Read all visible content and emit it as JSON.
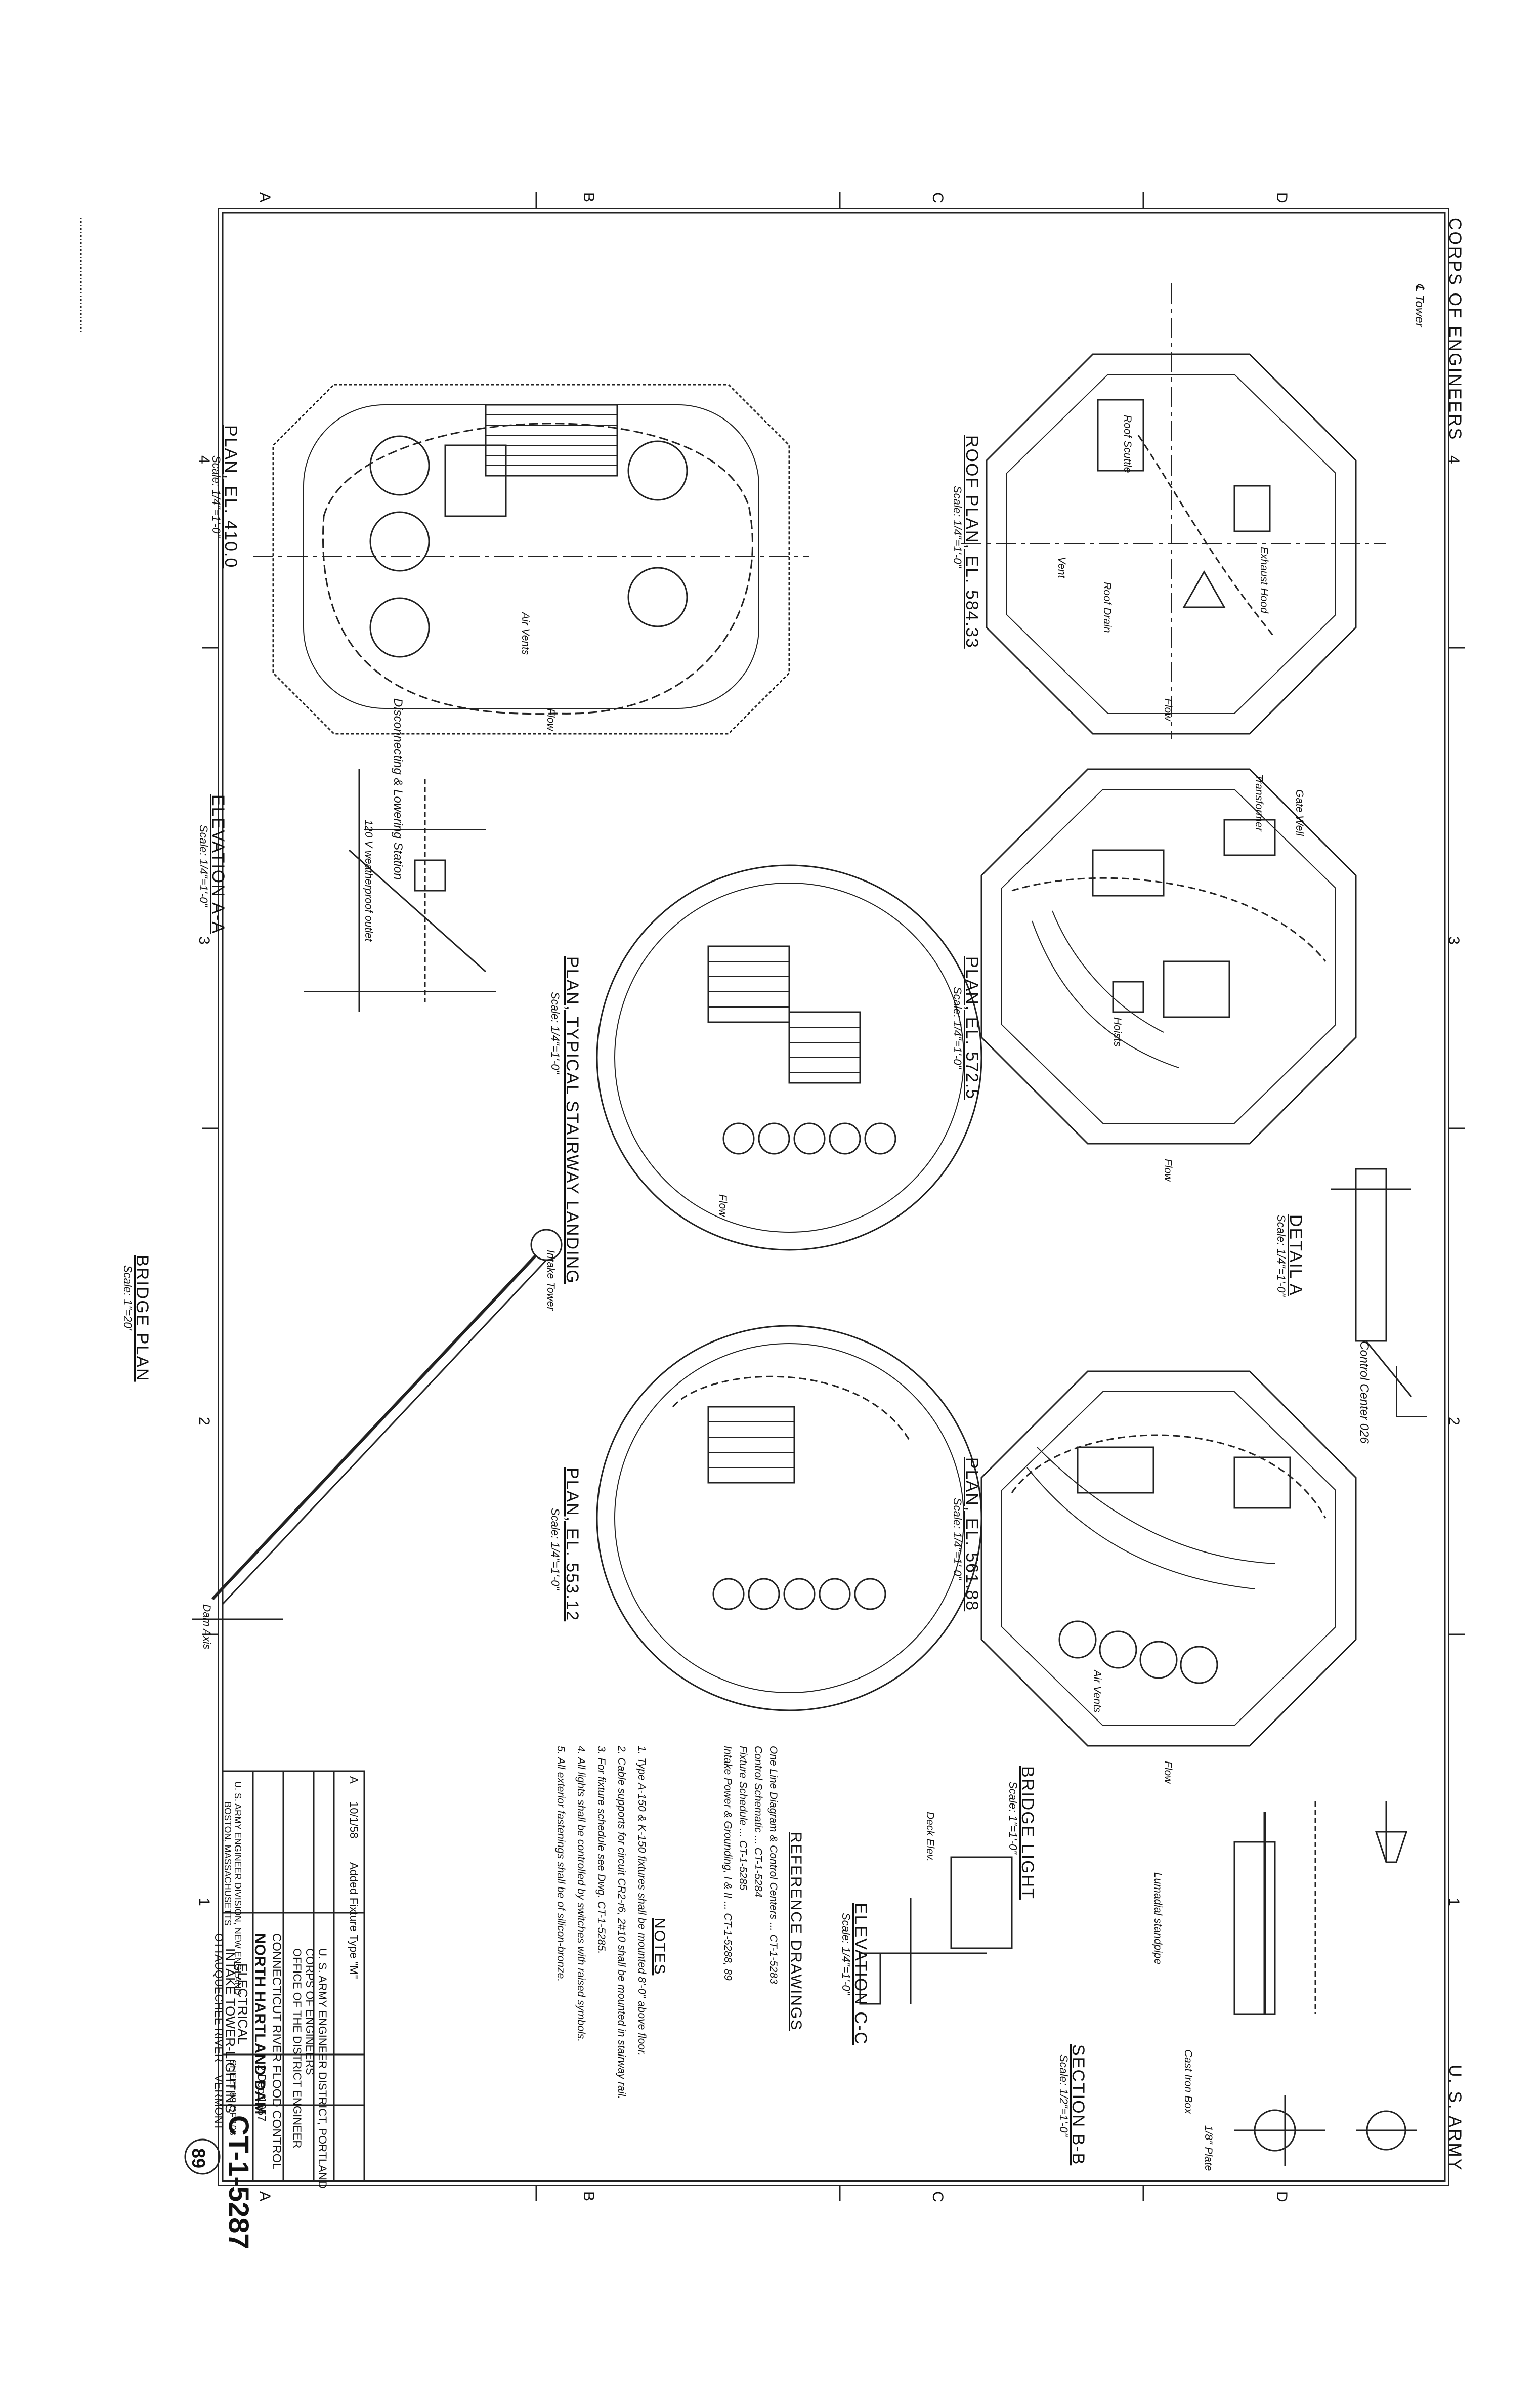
{
  "header": {
    "left": "CORPS OF ENGINEERS",
    "right": "U. S. ARMY"
  },
  "grid": {
    "letters": [
      "A",
      "B",
      "C",
      "D"
    ],
    "numbers": [
      "4",
      "3",
      "2",
      "1"
    ]
  },
  "views": {
    "roof_plan": {
      "title": "ROOF PLAN, EL. 584.33",
      "scale": "Scale: 1/4\"=1'-0\""
    },
    "plan_410": {
      "title": "PLAN, EL. 410.0",
      "scale": "Scale: 1/4\"=1'-0\""
    },
    "plan_572": {
      "title": "PLAN, EL. 572.5",
      "scale": "Scale: 1/4\"=1'-0\""
    },
    "detail_a": {
      "title": "DETAIL A",
      "scale": "Scale: 1/4\"=1'-0\""
    },
    "plan_561": {
      "title": "PLAN, EL. 561.88",
      "scale": "Scale: 1/4\"=1'-0\""
    },
    "plan_stair": {
      "title": "PLAN, TYPICAL STAIRWAY LANDING",
      "scale": "Scale: 1/4\"=1'-0\""
    },
    "plan_553": {
      "title": "PLAN, EL. 553.12",
      "scale": "Scale: 1/4\"=1'-0\""
    },
    "elev_aa": {
      "title": "ELEVATION A-A",
      "scale": "Scale: 1/4\"=1'-0\""
    },
    "bridge_plan": {
      "title": "BRIDGE PLAN",
      "scale": "Scale: 1\"=20'"
    },
    "bridge_light": {
      "title": "BRIDGE LIGHT",
      "scale": "Scale: 1\"=1'-0\""
    },
    "elev_cc": {
      "title": "ELEVATION C-C",
      "scale": "Scale: 1/4\"=1'-0\""
    },
    "section_bb": {
      "title": "SECTION B-B",
      "scale": "Scale: 1/2\"=1'-0\""
    }
  },
  "labels": {
    "tower": "℄ Tower",
    "roof_scuttle": "Roof Scuttle",
    "roof_drain": "Roof Drain",
    "exhaust_hood": "Exhaust Hood",
    "vent": "Vent",
    "flow": "Flow",
    "air_vents": "Air Vents",
    "dam_axis": "Dam Axis",
    "intake_tower": "Intake Tower",
    "deck_elev": "Deck Elev.",
    "control_center": "Control Center 026",
    "gate_well": "Gate Well",
    "transformer": "Transformer",
    "hoists": "Hoists",
    "weatherproof_outlet": "120 V weatherproof outlet",
    "disconnecting": "Disconnecting & Lowering Station",
    "stop_plate": "1/8\" Plate",
    "cast_iron_box": "Cast Iron Box",
    "lumadial": "Lumadial standpipe"
  },
  "reference": {
    "title": "REFERENCE DRAWINGS",
    "items": [
      "One Line Diagram & Control Centers ... CT-1-5283",
      "Control Schematic ... CT-1-5284",
      "Fixture Schedule ... CT-1-5285",
      "Intake Power & Grounding, I & II ... CT-1-5288, 89"
    ]
  },
  "notes": {
    "title": "NOTES",
    "items": [
      "1. Type A-150 & K-150 fixtures shall be mounted 8'-0\" above floor.",
      "2. Cable supports for circuit CR2-r6, 2#10 shall be mounted in stairway rail.",
      "3. For fixture schedule see Dwg. CT-1-5285.",
      "4. All lights shall be controlled by switches with raised symbols.",
      "5. All exterior fastenings shall be of silicon-bronze."
    ]
  },
  "title_block": {
    "revision": "Added Fixture Type \"M\"",
    "revision_mark": "A",
    "revision_date": "10/1/58",
    "district": "U. S. ARMY ENGINEER DISTRICT, PORTLAND",
    "corps": "CORPS OF ENGINEERS",
    "office": "OFFICE OF THE DISTRICT ENGINEER",
    "project": "CONNECTICUT RIVER FLOOD CONTROL",
    "dam": "NORTH HARTLAND DAM",
    "discipline": "ELECTRICAL",
    "sheet_title": "INTAKE TOWER-LIGHTING",
    "river": "OTTAUQUECHEE RIVER",
    "state": "VERMONT",
    "division": "U. S. ARMY ENGINEER DIVISION, NEW ENGLAND",
    "city": "BOSTON, MASSACHUSETTS",
    "date": "2 Dec 1957",
    "sheet": "SHEET 89 OF 108",
    "drawing_number": "CT-1-5287",
    "circle_number": "89"
  }
}
